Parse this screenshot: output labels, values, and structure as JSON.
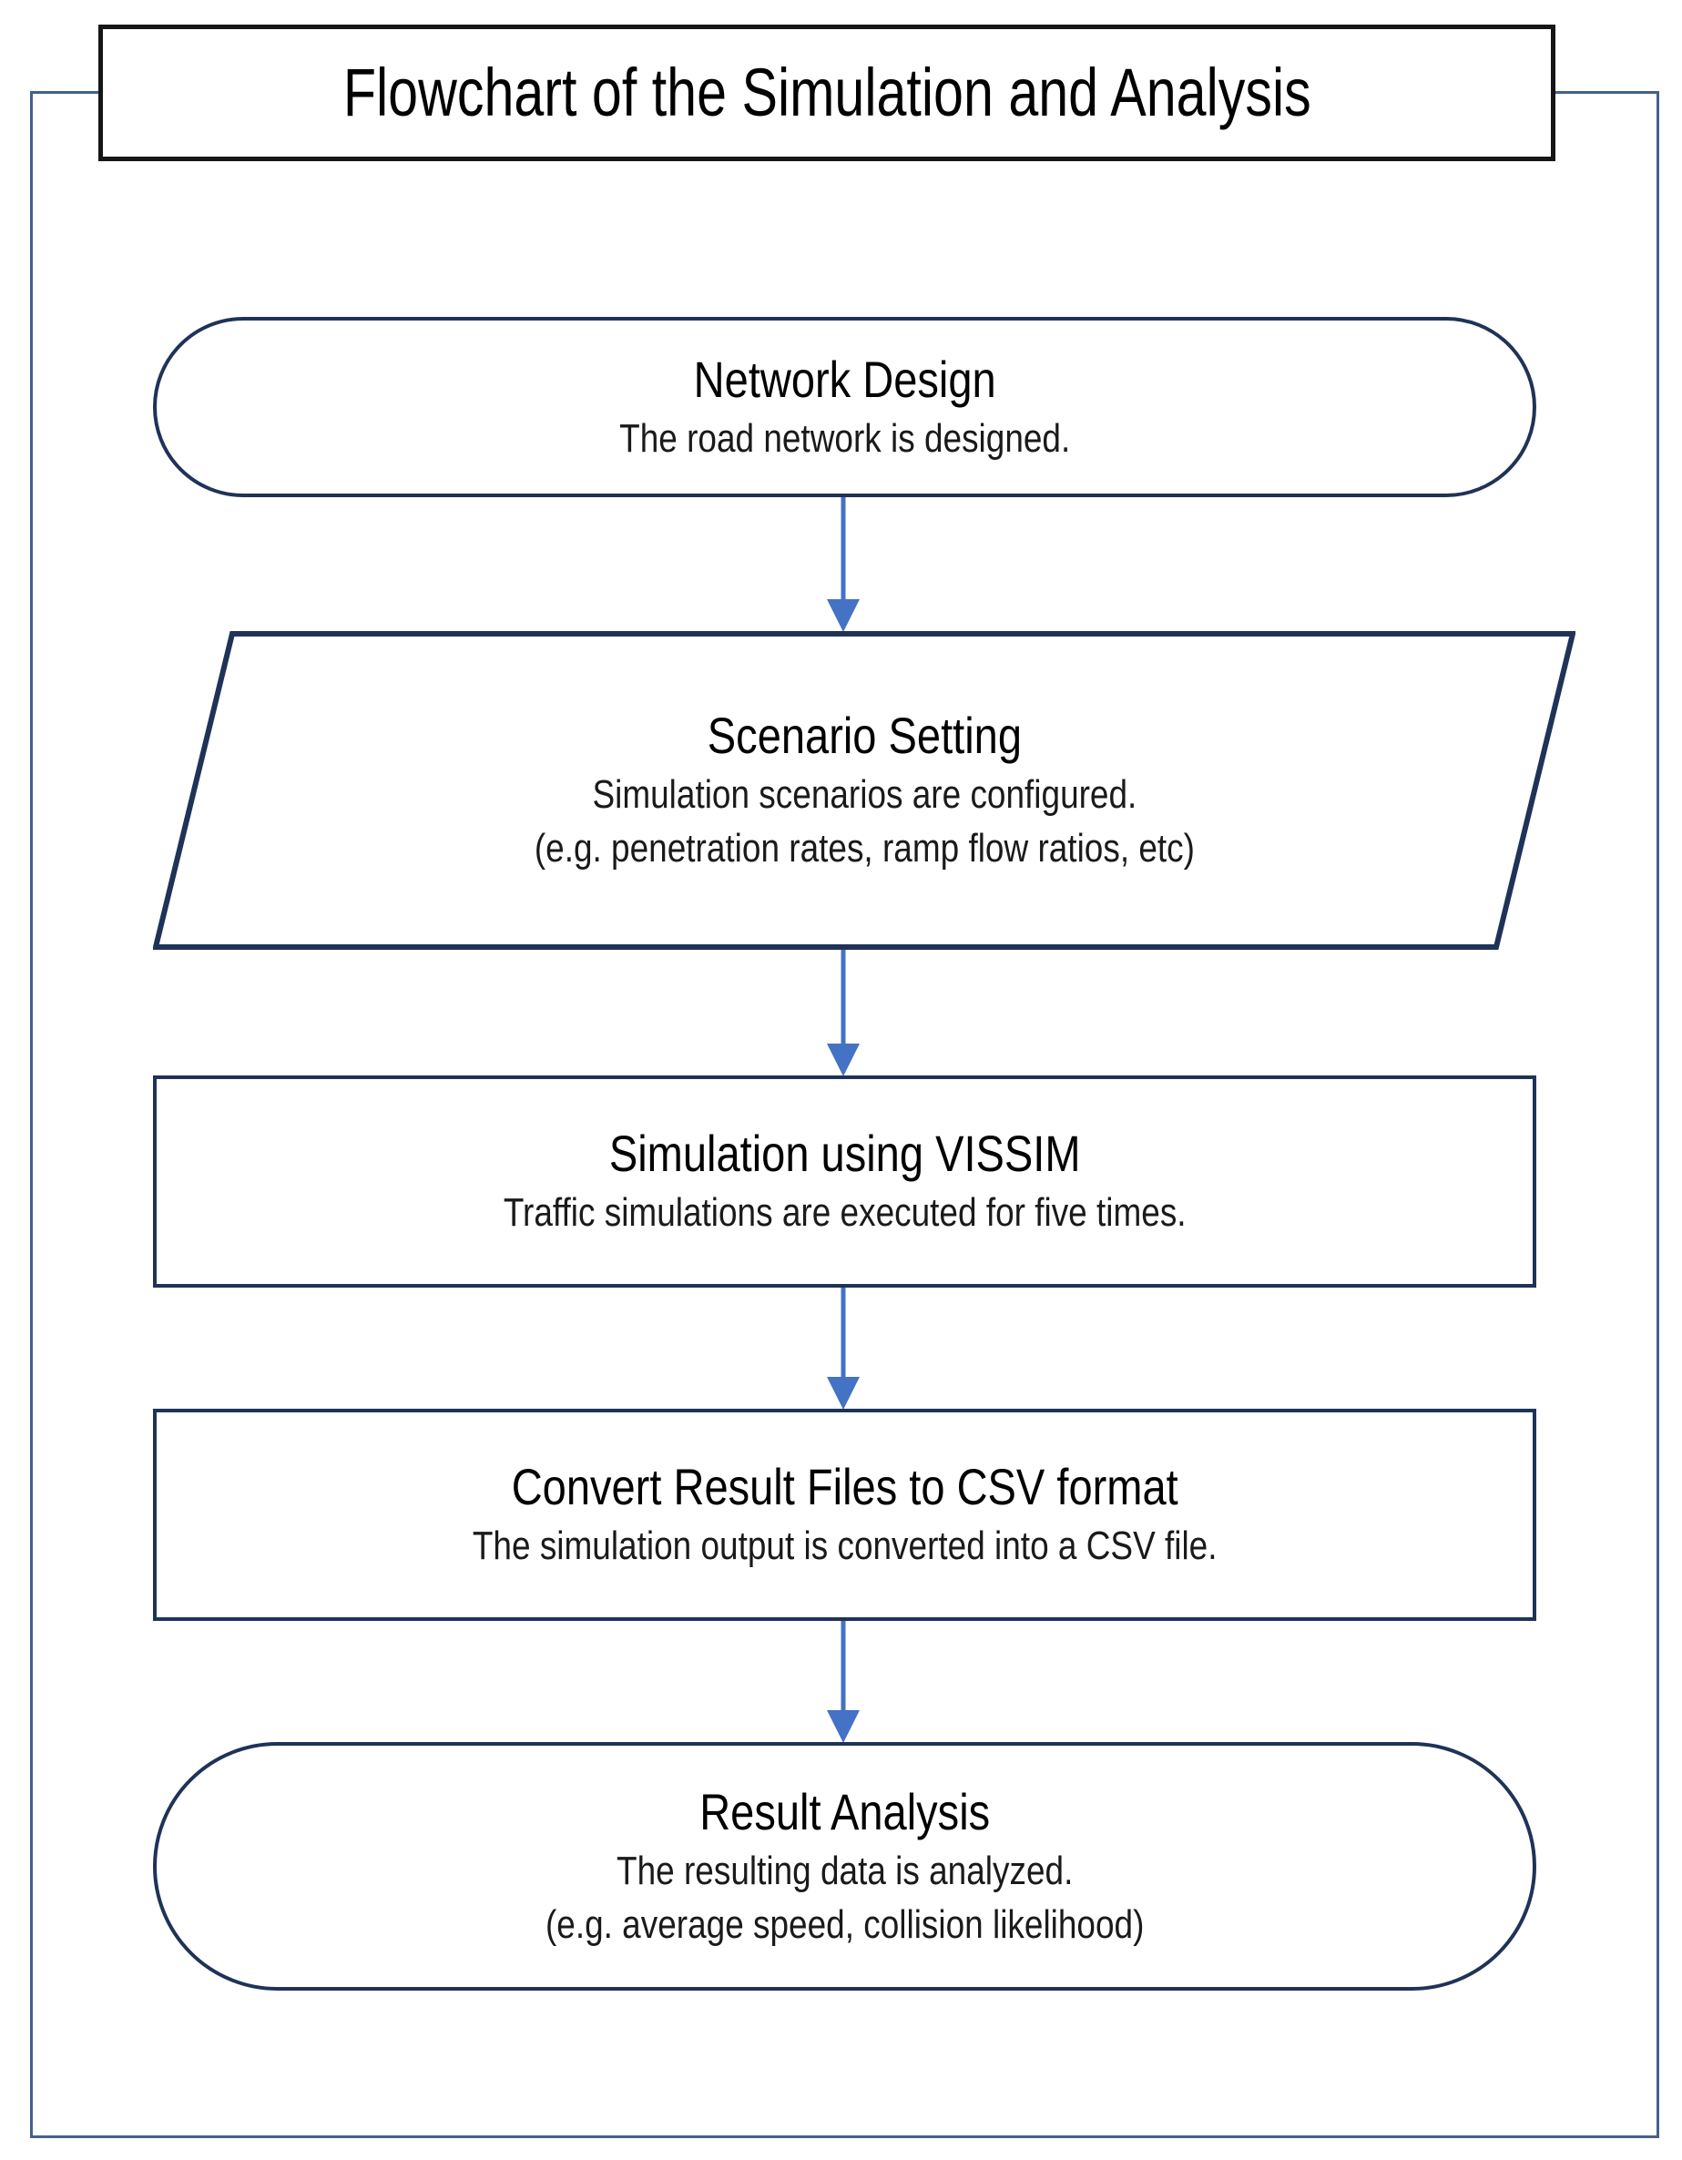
{
  "figure": {
    "title": "Flowchart of the Simulation and Analysis",
    "colors": {
      "outer_frame": "#44618c",
      "title_border": "#161616",
      "node_border": "#1f3358",
      "arrow": "#4472c4",
      "background": "#ffffff",
      "text": "#000000"
    }
  },
  "chart_data": {
    "type": "flowchart",
    "title": "Flowchart of the Simulation and Analysis",
    "orientation": "top-to-bottom",
    "nodes": [
      {
        "id": "network-design",
        "shape": "stadium",
        "title": "Network Design",
        "lines": [
          "The road network is designed."
        ]
      },
      {
        "id": "scenario-setting",
        "shape": "parallelogram",
        "title": "Scenario Setting",
        "lines": [
          "Simulation scenarios are configured.",
          "(e.g. penetration rates, ramp flow ratios, etc)"
        ]
      },
      {
        "id": "simulation-vissim",
        "shape": "rectangle",
        "title": "Simulation using VISSIM",
        "lines": [
          "Traffic simulations are executed for five times."
        ]
      },
      {
        "id": "convert-csv",
        "shape": "rectangle",
        "title": "Convert Result Files to CSV format",
        "lines": [
          "The simulation output is converted into a CSV file."
        ]
      },
      {
        "id": "result-analysis",
        "shape": "stadium",
        "title": "Result Analysis",
        "lines": [
          "The resulting data is analyzed.",
          "(e.g. average speed, collision likelihood)"
        ]
      }
    ],
    "edges": [
      {
        "from": "network-design",
        "to": "scenario-setting",
        "label": ""
      },
      {
        "from": "scenario-setting",
        "to": "simulation-vissim",
        "label": ""
      },
      {
        "from": "simulation-vissim",
        "to": "convert-csv",
        "label": ""
      },
      {
        "from": "convert-csv",
        "to": "result-analysis",
        "label": ""
      }
    ]
  }
}
